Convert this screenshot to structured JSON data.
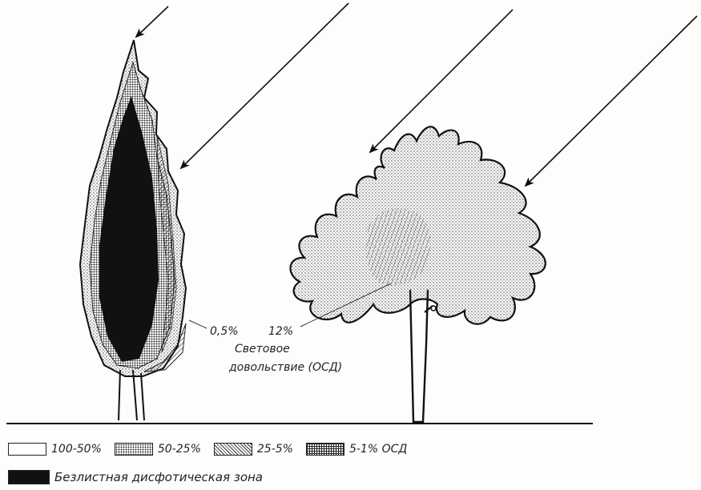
{
  "labels": {
    "percent_low": "0,5%",
    "percent_high": "12%",
    "caption_line1": "Световое",
    "caption_line2": "довольствие (ОСД)"
  },
  "legend": {
    "items": [
      {
        "text": "100-50%",
        "pattern": "none"
      },
      {
        "text": "50-25%",
        "pattern": "stipple"
      },
      {
        "text": "25-5%",
        "pattern": "hatch"
      },
      {
        "text": "5-1% ОСД",
        "pattern": "grid"
      }
    ],
    "black_zone": {
      "text": "Безлистная дисфотическая зона",
      "pattern": "solid-black"
    }
  },
  "colors": {
    "ink": "#222222",
    "background": "#fdfdfc"
  }
}
